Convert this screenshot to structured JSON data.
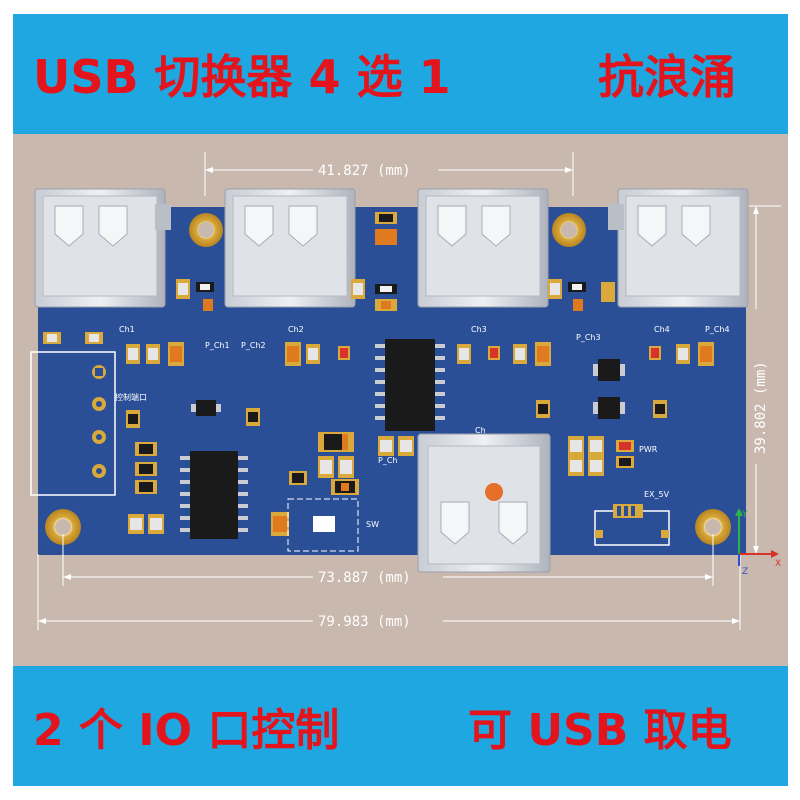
{
  "banner_top": {
    "left_text": "USB 切换器 4 选 1",
    "right_text": "抗浪涌",
    "bg_color": "#1ea7e1",
    "text_color": "#e3141b"
  },
  "banner_bottom": {
    "left_text": "2 个 IO 口控制",
    "right_text": "可 USB 取电"
  },
  "board": {
    "color": "#2a4f97",
    "dimensions": {
      "top_width": "41.827 (mm)",
      "height": "39.802 (mm)",
      "hole_span": "73.887 (mm)",
      "total_width": "79.983 (mm)"
    },
    "silkscreen": {
      "ch1": "Ch1",
      "ch2": "Ch2",
      "ch3": "Ch3",
      "ch4": "Ch4",
      "p_ch1": "P_Ch1",
      "p_ch2": "P_Ch2",
      "p_ch3": "P_Ch3",
      "p_ch4": "P_Ch4",
      "control_port": "控制端口",
      "ch": "Ch",
      "p_ch": "P_Ch",
      "pwr": "PWR",
      "sw": "SW",
      "ex_5v": "EX_5V"
    },
    "axes": {
      "x": "X",
      "y": "Y",
      "z": "Z"
    }
  }
}
